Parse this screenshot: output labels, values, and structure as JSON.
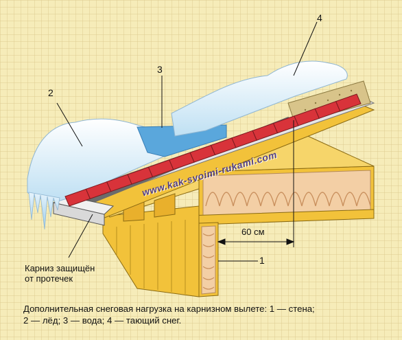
{
  "labels": {
    "n1": "1",
    "n2": "2",
    "n3": "3",
    "n4": "4",
    "dimension": "60 см",
    "eave_note_line1": "Карниз защищён",
    "eave_note_line2": "от протечек"
  },
  "watermark": "www.kak-svoimi-rukami.com",
  "caption_line1": "Дополнительная снеговая нагрузка на карнизном вылете: 1 — стена;",
  "caption_line2": "2 — лёд; 3 — вода; 4 — тающий снег.",
  "colors": {
    "background": "#f6ecb9",
    "wood": "#f2c23a",
    "tile": "#d8333a",
    "snow": "#e8f4fb",
    "water": "#5aa7dc",
    "insulation": "#f0c8a0"
  }
}
